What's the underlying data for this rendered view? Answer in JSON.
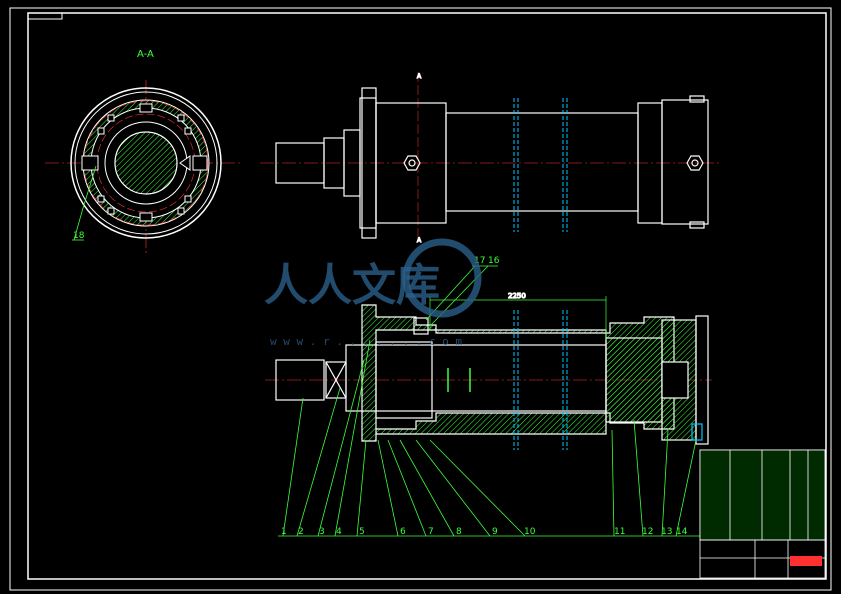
{
  "drawing": {
    "section_label": "A-A",
    "section_mark": "A",
    "dimension_text": "2250",
    "part_numbers": [
      "1",
      "2",
      "3",
      "4",
      "5",
      "6",
      "7",
      "8",
      "9",
      "10",
      "11",
      "12",
      "13",
      "14",
      "16",
      "17",
      "18"
    ]
  },
  "watermark": {
    "text": "人人文库",
    "url": "w w w . r . . . . . . . c o m"
  },
  "colors": {
    "outline": "#ffffff",
    "leader": "#3cff3c",
    "hatch": "#3cff3c",
    "center": "#ff3030",
    "dash": "#00c8ff",
    "watermark": "#2b5f8a"
  }
}
